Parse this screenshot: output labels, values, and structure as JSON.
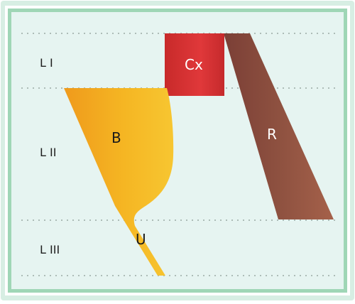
{
  "layers": {
    "l1": "L I",
    "l2": "L II",
    "l3": "L III"
  },
  "shapes": {
    "b": "B",
    "u": "U",
    "cx": "Cx",
    "r": "R"
  },
  "colors": {
    "outer_border": "#c9e8d6",
    "inner_border": "#9fd6b6",
    "background": "#e8f5f2",
    "dotted_line": "#9aa9a4",
    "label_text": "#1f1f1f",
    "shape_text": "#ffffff",
    "cx_fill": "#d2332f",
    "r_fill": "#8c4a3a",
    "b_fill": "#f2a51f",
    "u_fill": "#f4b82a"
  }
}
